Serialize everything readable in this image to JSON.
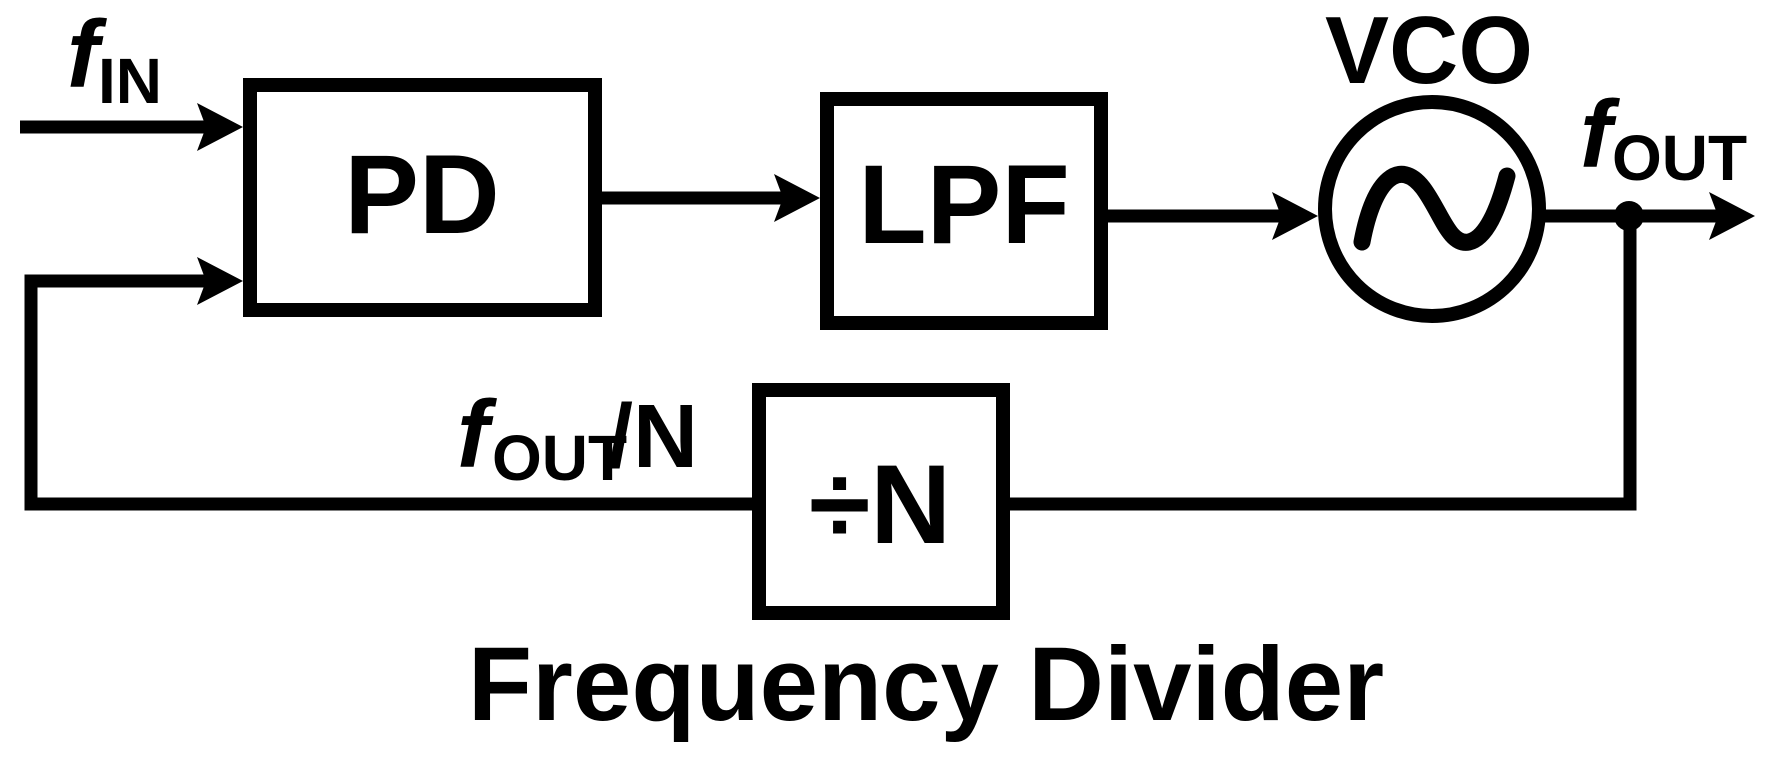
{
  "diagram": {
    "type": "block-diagram",
    "subject": "phase-locked loop",
    "colors": {
      "ink": "#000000",
      "background": "#ffffff"
    },
    "blocks": {
      "pd": {
        "label": "PD"
      },
      "lpf": {
        "label": "LPF"
      },
      "vco": {
        "label": "VCO"
      },
      "divider": {
        "label": "÷N"
      }
    },
    "signals": {
      "fin": {
        "base": "f",
        "sub": "IN"
      },
      "fout": {
        "base": "f",
        "sub": "OUT"
      },
      "feedback": {
        "base": "f",
        "sub": "OUT",
        "suffix": "/N"
      }
    },
    "caption": "Frequency Divider"
  }
}
